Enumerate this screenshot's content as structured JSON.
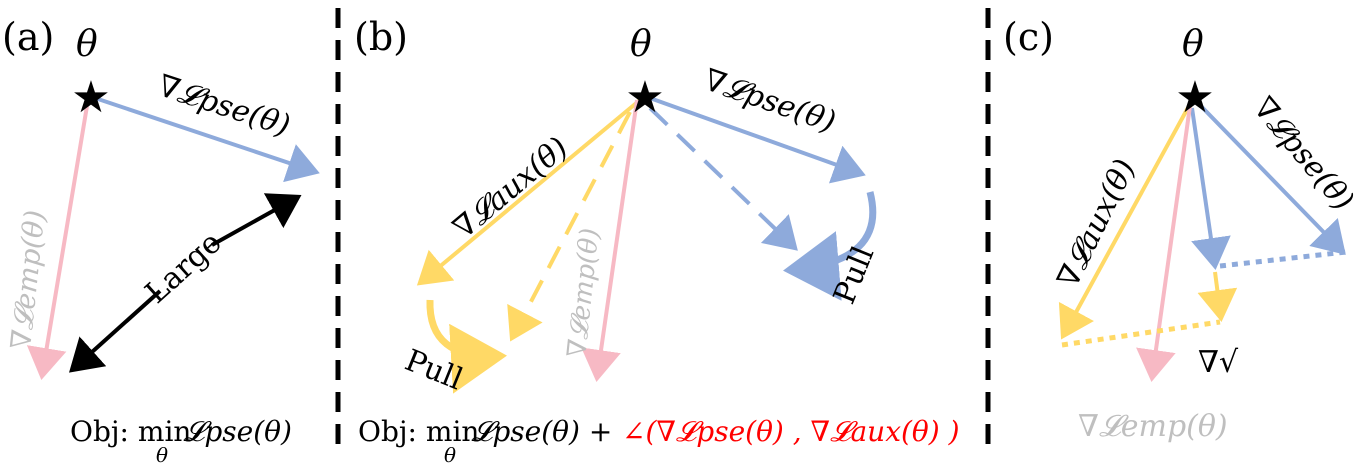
{
  "colors": {
    "blue": "#8eaadb",
    "pink": "#f7b9c4",
    "yellow": "#ffd966",
    "black": "#000000",
    "grey": "#bfbfbf",
    "red": "#ff0000"
  },
  "panels": {
    "a": {
      "tag": "(a)",
      "theta": "θ",
      "grad_pse": "∇𝓛pse(θ)",
      "grad_emp": "∇𝓛emp(θ)",
      "large": "Large",
      "obj_prefix": "Obj: min",
      "obj_sub": "θ",
      "obj_expr": "𝓛pse(θ)"
    },
    "b": {
      "tag": "(b)",
      "theta": "θ",
      "grad_pse": "∇𝓛pse(θ)",
      "grad_aux": "∇𝓛aux(θ)",
      "grad_emp": "∇𝓛emp(θ)",
      "pull_left": "Pull",
      "pull_right": "Pull",
      "obj_prefix": "Obj: min",
      "obj_sub": "θ",
      "obj_expr": "𝓛pse(θ) +",
      "obj_angle": "∠(∇𝓛pse(θ) , ∇𝓛aux(θ) )"
    },
    "c": {
      "tag": "(c)",
      "theta": "θ",
      "grad_pse": "∇𝓛pse(θ)",
      "grad_aux": "∇𝓛aux(θ)",
      "grad_emp": "∇𝓛emp(θ)",
      "grad_check": "∇√"
    }
  }
}
